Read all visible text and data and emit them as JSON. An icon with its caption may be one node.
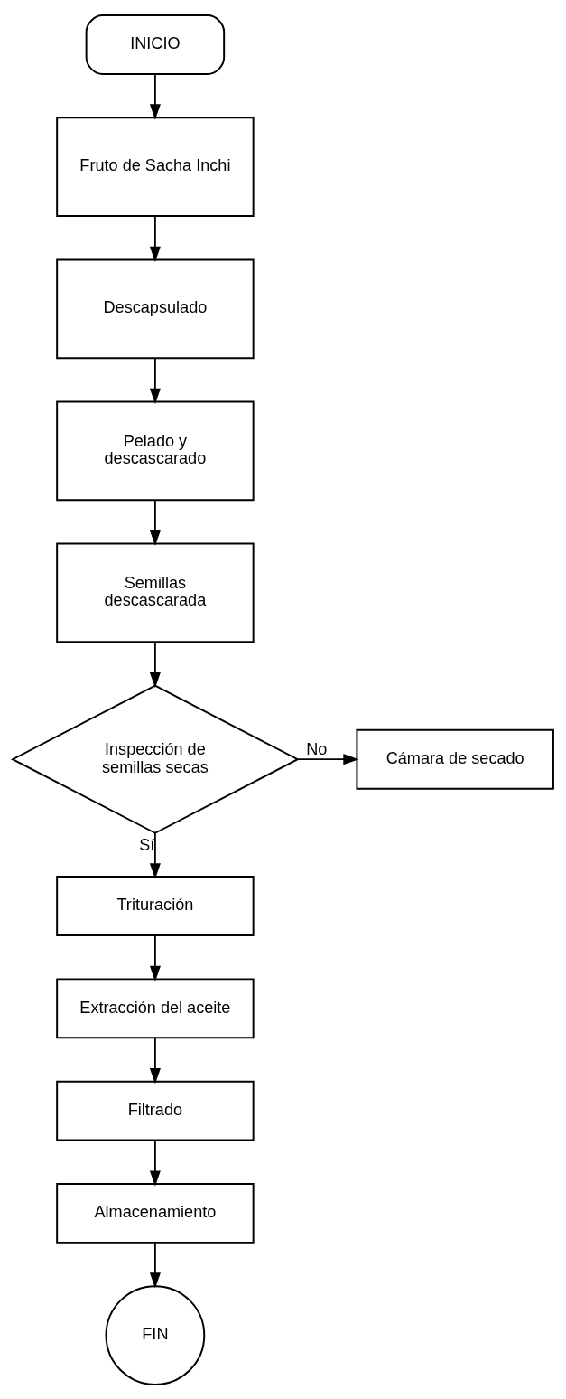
{
  "diagram": {
    "nodes": [
      {
        "text": [
          "INICIO"
        ]
      },
      {
        "text": [
          "Fruto de Sacha Inchi"
        ]
      },
      {
        "text": [
          "Descapsulado"
        ]
      },
      {
        "text": [
          "Pelado y descascarado"
        ]
      },
      {
        "text": [
          "Semillas descascarada"
        ]
      },
      {
        "text": [
          "Inspección de semillas secas"
        ]
      },
      {
        "text": [
          "Cámara de secado"
        ]
      },
      {
        "text": [
          "Trituración"
        ]
      },
      {
        "text": [
          "Extracción del aceite"
        ]
      },
      {
        "text": [
          "Filtrado"
        ]
      },
      {
        "text": [
          "Almacenamiento"
        ]
      },
      {
        "text": [
          "FIN"
        ]
      }
    ],
    "edges": [
      {
        "from": 0,
        "to": 1,
        "arrow": "to"
      },
      {
        "from": 1,
        "to": 2,
        "arrow": "to"
      },
      {
        "from": 2,
        "to": 3,
        "arrow": "to"
      },
      {
        "from": 3,
        "to": 4,
        "arrow": "to"
      },
      {
        "from": 4,
        "to": 5,
        "arrow": "to"
      },
      {
        "from": 5,
        "to": 6,
        "arrow": "to",
        "label": "No"
      },
      {
        "from": 5,
        "to": 7,
        "arrow": "to",
        "label": "Sí"
      },
      {
        "from": 7,
        "to": 8,
        "arrow": "to"
      },
      {
        "from": 8,
        "to": 9,
        "arrow": "to"
      },
      {
        "from": 9,
        "to": 10,
        "arrow": "to"
      },
      {
        "from": 10,
        "to": 11,
        "arrow": "to"
      }
    ]
  }
}
